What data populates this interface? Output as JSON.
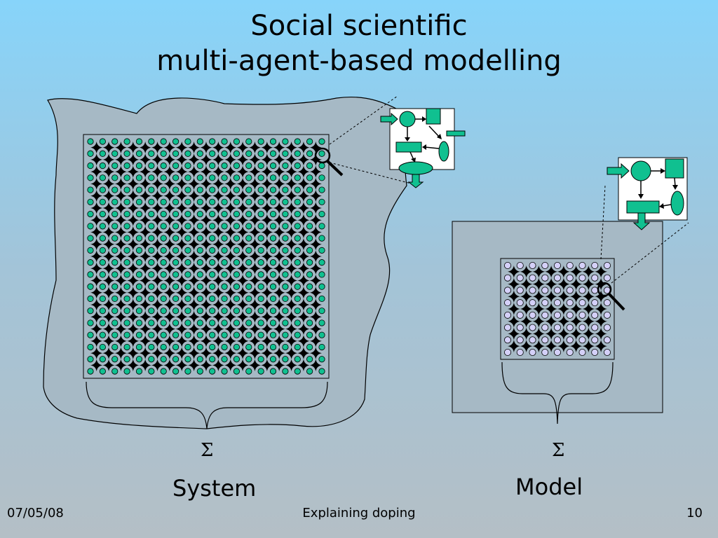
{
  "slide": {
    "title_line1": "Social scientific",
    "title_line2": "multi-agent-based modelling"
  },
  "system": {
    "grid_cols": 20,
    "grid_rows": 20,
    "node_color": "#10c090",
    "sigma": "Σ",
    "label": "System"
  },
  "model": {
    "grid_cols": 9,
    "grid_rows": 8,
    "node_color": "#d4d0f8",
    "sigma": "Σ",
    "label": "Model"
  },
  "agent_diagram": {
    "fill_color": "#10c090",
    "stroke_color": "#000000"
  },
  "footer": {
    "date": "07/05/08",
    "center": "Explaining doping",
    "page": "10"
  }
}
